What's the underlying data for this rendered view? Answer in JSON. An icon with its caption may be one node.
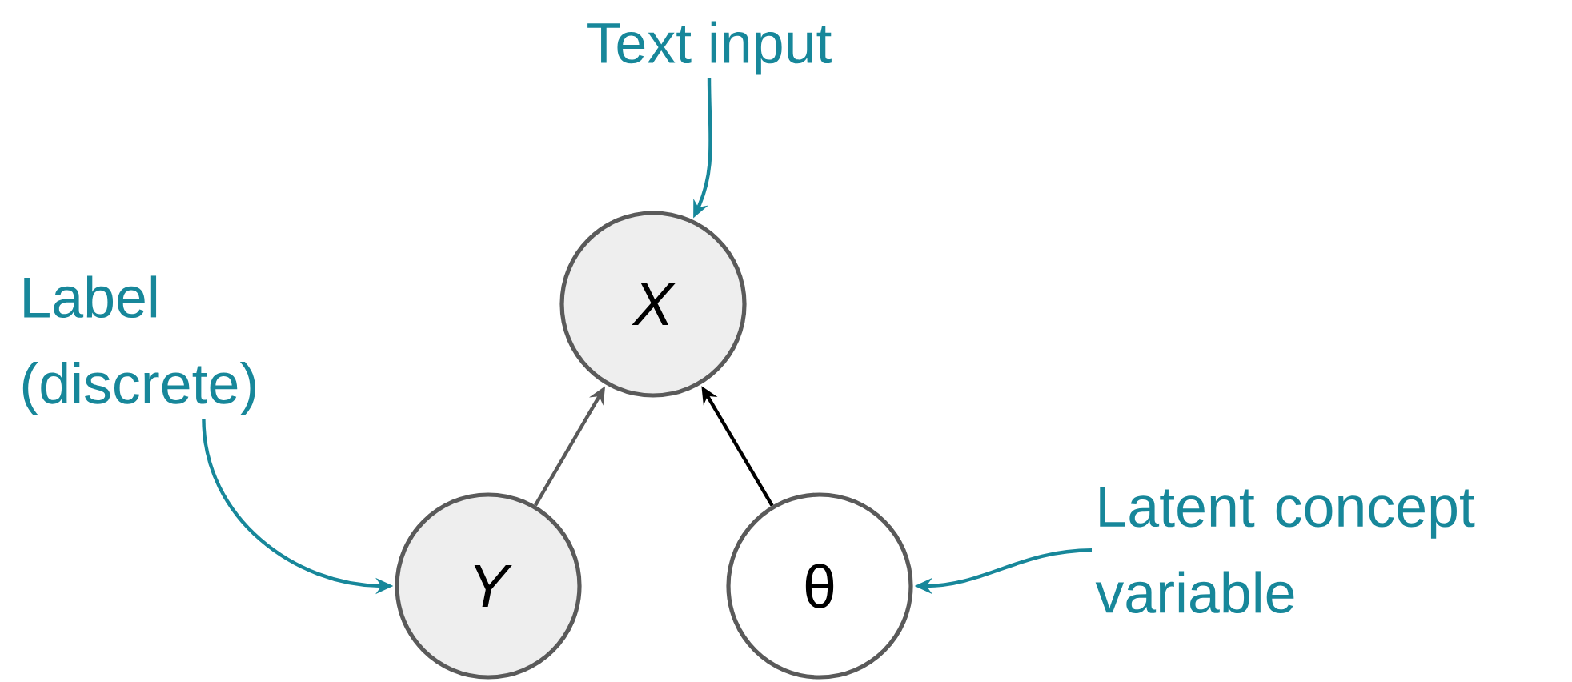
{
  "diagram": {
    "nodes": [
      {
        "text": [
          "Text input"
        ]
      },
      {
        "text": [
          "X"
        ]
      },
      {
        "text": [
          "Label (discrete)"
        ]
      },
      {
        "text": [
          "Y"
        ]
      },
      {
        "text": [
          "θ"
        ]
      },
      {
        "text": [
          "Latent concept variable"
        ]
      }
    ],
    "edges": [
      {
        "from": 0,
        "to": 1,
        "arrow": "to"
      },
      {
        "from": 2,
        "to": 3,
        "arrow": "to"
      },
      {
        "from": 5,
        "to": 4,
        "arrow": "to"
      },
      {
        "from": 3,
        "to": 1,
        "arrow": "to",
        "color": "#5a5a5a"
      },
      {
        "from": 4,
        "to": 1,
        "arrow": "to",
        "color": "#000000"
      }
    ]
  }
}
